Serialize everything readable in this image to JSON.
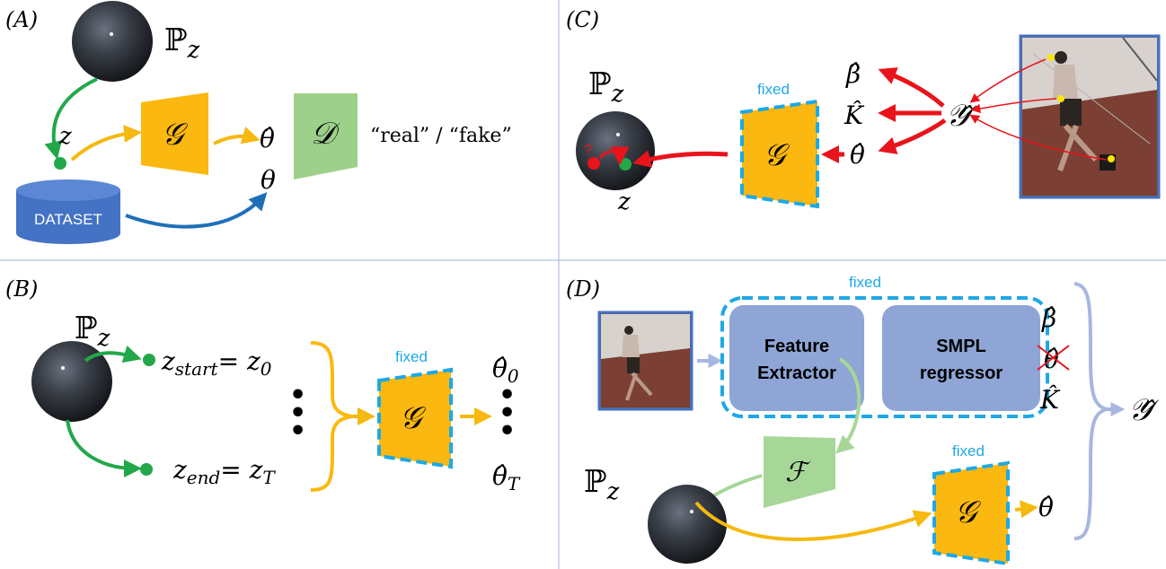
{
  "panels": {
    "A": {
      "label": "(A)",
      "prior": "ℙ",
      "prior_sub": "z",
      "latent": "z",
      "generator": "𝒢",
      "discriminator": "𝒟",
      "theta_hat": "θ̂",
      "theta": "θ",
      "dataset": "DATASET",
      "output": "“real” / “fake”"
    },
    "B": {
      "label": "(B)",
      "prior": "ℙ",
      "prior_sub": "z",
      "z_start": "z",
      "z_start_sub": "start",
      "z_start_eq": "= z",
      "z_start_eq_sub": "0",
      "z_end": "z",
      "z_end_sub": "end",
      "z_end_eq": "= z",
      "z_end_eq_sub": "T",
      "fixed": "fixed",
      "generator": "𝒢",
      "theta0": "θ̂",
      "theta0_sub": "0",
      "thetaT": "θ̂",
      "thetaT_sub": "T"
    },
    "C": {
      "label": "(C)",
      "prior": "ℙ",
      "prior_sub": "z",
      "latent": "z",
      "fixed": "fixed",
      "generator": "𝒢",
      "beta_hat": "β̂",
      "k_hat": "K̂",
      "theta_hat": "θ̂",
      "y_hat": "𝒴̂",
      "question": "?"
    },
    "D": {
      "label": "(D)",
      "fixed_top": "fixed",
      "feature_extractor_line1": "Feature",
      "feature_extractor_line2": "Extractor",
      "smpl_line1": "SMPL",
      "smpl_line2": "regressor",
      "beta_hat": "β̂",
      "theta_hat_crossed": "θ̂",
      "k_hat": "K̂",
      "y_hat": "𝒴̂",
      "mapper": "ℱ",
      "prior": "ℙ",
      "prior_sub": "z",
      "fixed_g": "fixed",
      "generator": "𝒢",
      "theta_hat": "θ̂"
    }
  },
  "colors": {
    "generator": "#fbb810",
    "discriminator": "#9dd08a",
    "dataset": "#4472c4",
    "green_arrow": "#22a84a",
    "yellow_arrow": "#f5b90f",
    "blue_arrow": "#1f6fb8",
    "red_arrow": "#e8141b",
    "fixed_dash": "#1ea8e6",
    "box_fill": "#8ea5d6",
    "light_arrow": "#a8b7e0",
    "mapper_green": "#a6d798"
  }
}
